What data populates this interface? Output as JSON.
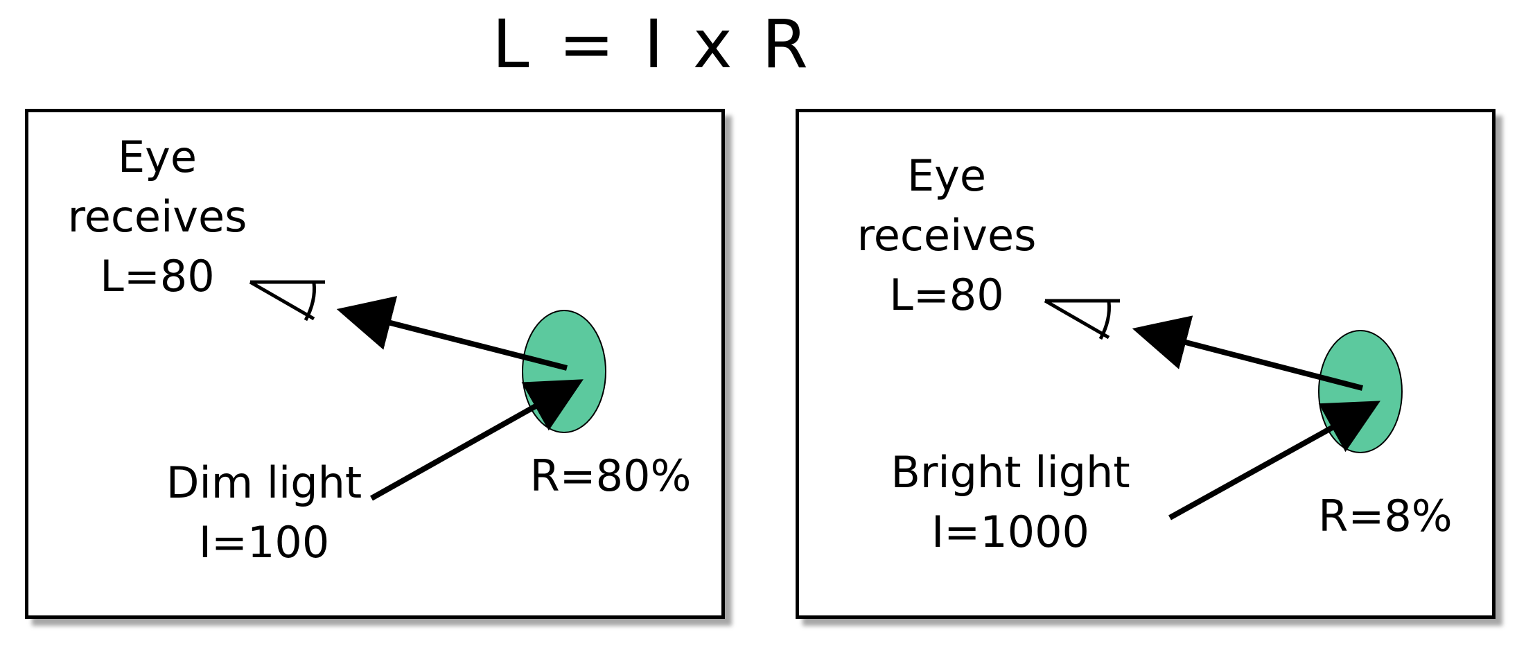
{
  "title": "L = I x R",
  "colors": {
    "surface": "#5cc99e",
    "border": "#000000",
    "shadow": "#9a9a9a"
  },
  "panels": [
    {
      "eye_label": [
        "Eye",
        "receives",
        "L=80"
      ],
      "light_label": [
        "Dim light",
        "I=100"
      ],
      "reflectance_label": "R=80%"
    },
    {
      "eye_label": [
        "Eye",
        "receives",
        "L=80"
      ],
      "light_label": [
        "Bright light",
        "I=1000"
      ],
      "reflectance_label": "R=8%"
    }
  ],
  "icons": {
    "eye": "eye-icon",
    "surface": "surface-ellipse",
    "incoming": "incident-light-arrow",
    "outgoing": "reflected-light-arrow"
  }
}
